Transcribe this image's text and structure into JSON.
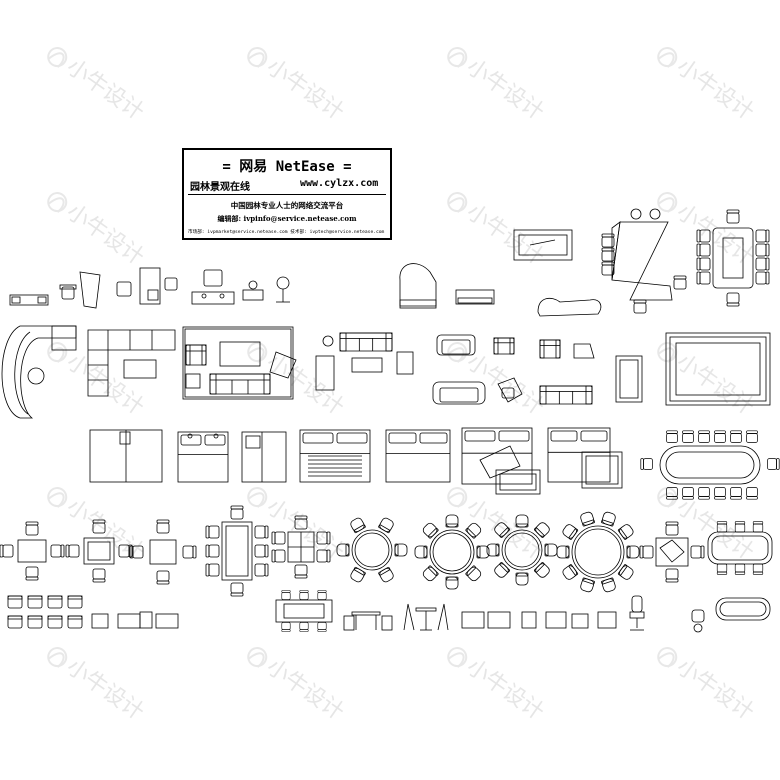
{
  "title_block": {
    "heading": "= 网易 NetEase =",
    "site_name": "园林景观在线",
    "site_url": "www.cylzx.com",
    "tagline": "中国园林专业人士的网络交流平台",
    "editor": "编辑部: ivpinfo@service.netease.com",
    "footer": "市场部: ivpmarket@service.netease.com    技术部: ivptech@service.netease.com"
  },
  "watermark": {
    "text": "小牛设计",
    "color": "#e6e6e6"
  },
  "line_color": "#000000"
}
